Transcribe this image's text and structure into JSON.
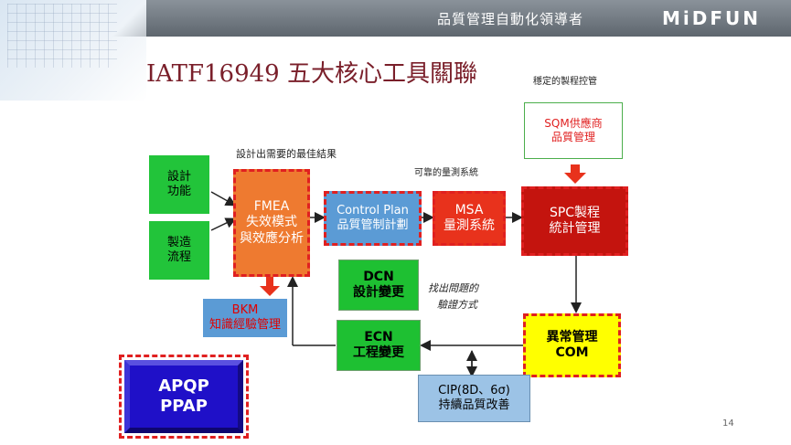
{
  "header": {
    "subtitle": "品質管理自動化領導者",
    "logo": "MiDFUN"
  },
  "title": "IATF16949 五大核心工具關聯",
  "notes": {
    "stable_control": "穩定的製程控管",
    "design_result": "設計出需要的最佳結果",
    "measurement": "可靠的量測系統",
    "find_problem_1": "找出問題的",
    "find_problem_2": "驗證方式"
  },
  "boxes": {
    "design_function": {
      "line1": "設計",
      "line2": "功能"
    },
    "mfg_process": {
      "line1": "製造",
      "line2": "流程"
    },
    "fmea": {
      "line1": "FMEA",
      "line2": "失效模式",
      "line3": "與效應分析"
    },
    "control_plan": {
      "line1": "Control Plan",
      "line2": "品質管制計劃"
    },
    "msa": {
      "line1": "MSA",
      "line2": "量測系統"
    },
    "spc": {
      "line1": "SPC製程",
      "line2": "統計管理"
    },
    "sqm": {
      "line1": "SQM供應商",
      "line2": "品質管理"
    },
    "bkm": {
      "line1": "BKM",
      "line2": "知識經驗管理"
    },
    "dcn": {
      "line1": "DCN",
      "line2": "設計變更"
    },
    "ecn": {
      "line1": "ECN",
      "line2": "工程變更"
    },
    "com": {
      "line1": "異常管理",
      "line2": "COM"
    },
    "cip": {
      "line1": "CIP(8D、6σ)",
      "line2": "持續品質改善"
    },
    "apqp": {
      "line1": "APQP",
      "line2": "PPAP"
    }
  },
  "colors": {
    "green": "#22c43a",
    "orange": "#ee7a30",
    "blue": "#5b9bd5",
    "red": "#e8321c",
    "dark_red": "#c4140e",
    "yellow": "#ffff00",
    "navy": "#1f10c8",
    "dash_red": "#e02020"
  },
  "page_number": "14"
}
